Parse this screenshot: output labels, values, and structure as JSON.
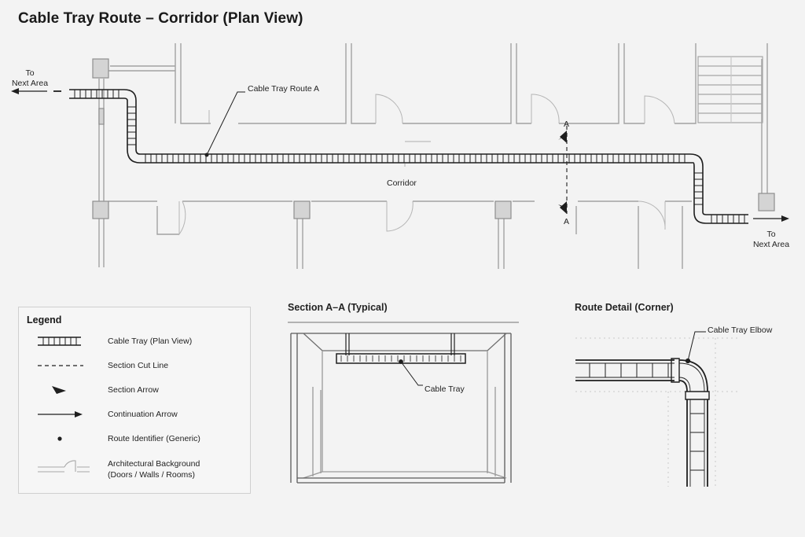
{
  "title": "Cable Tray Route – Corridor (Plan View)",
  "plan": {
    "route_label": "Cable Tray Route A",
    "corridor_label": "Corridor",
    "to_next_area_left": [
      "To",
      "Next Area"
    ],
    "to_next_area_right": [
      "To",
      "Next Area"
    ],
    "section_mark": "A"
  },
  "section": {
    "title": "Section A–A (Typical)",
    "tray_label": "Cable Tray"
  },
  "detail": {
    "title": "Route Detail (Corner)",
    "elbow_label": "Cable Tray Elbow"
  },
  "legend": {
    "title": "Legend",
    "items": [
      {
        "icon": "cable-tray-icon",
        "label": "Cable Tray (Plan View)"
      },
      {
        "icon": "dashed-line-icon",
        "label": "Section Cut Line"
      },
      {
        "icon": "section-arrow-icon",
        "label": "Section Arrow"
      },
      {
        "icon": "continuation-arrow-icon",
        "label": "Continuation Arrow"
      },
      {
        "icon": "dot-icon",
        "label": "Route Identifier (Generic)"
      },
      {
        "icon": "door-wall-icon",
        "label": "Architectural Background"
      }
    ],
    "arch_sub_label": "(Doors / Walls / Rooms)"
  },
  "colors": {
    "background": "#f3f3f3",
    "ink": "#1a1a1a",
    "wall": "#9a9a9a",
    "column": "#d6d6d6"
  }
}
